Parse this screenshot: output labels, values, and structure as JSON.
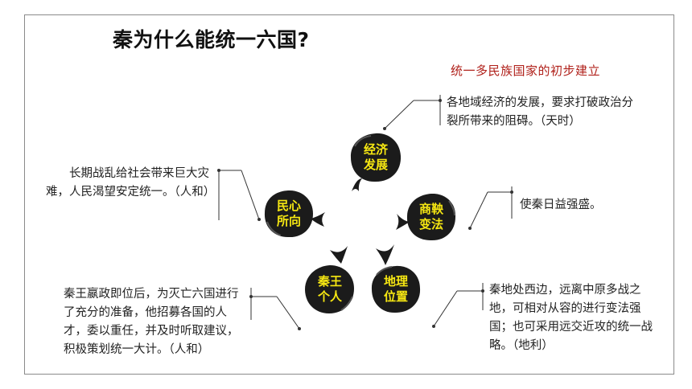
{
  "title": "秦为什么能统一六国?",
  "subtitle": "统一多民族国家的初步建立",
  "nodes": {
    "economy": "经济\n发展",
    "reform": "商鞅\n变法",
    "geography": "地理\n位置",
    "king": "秦王\n个人",
    "people": "民心\n所向"
  },
  "texts": {
    "economy": "各地域经济的发展，要求打破政治分裂所带来的阻碍。（天时）",
    "reform": "使秦日益强盛。",
    "geography": "秦地处西边，远离中原多战之地，可相对从容的进行变法强国；也可采用远交近攻的统一战略。（地利）",
    "king": "秦王嬴政即位后，为灭亡六国进行了充分的准备，他招募各国的人才，委以重任，并及时听取建议，积极策划统一大计。（人和）",
    "people": "长期战乱给社会带来巨大灾难，人民渴望安定统一。（人和）"
  },
  "colors": {
    "title": "#111111",
    "subtitle": "#b0201a",
    "node_fill": "#1b1b1b",
    "node_text": "#f6e712"
  }
}
